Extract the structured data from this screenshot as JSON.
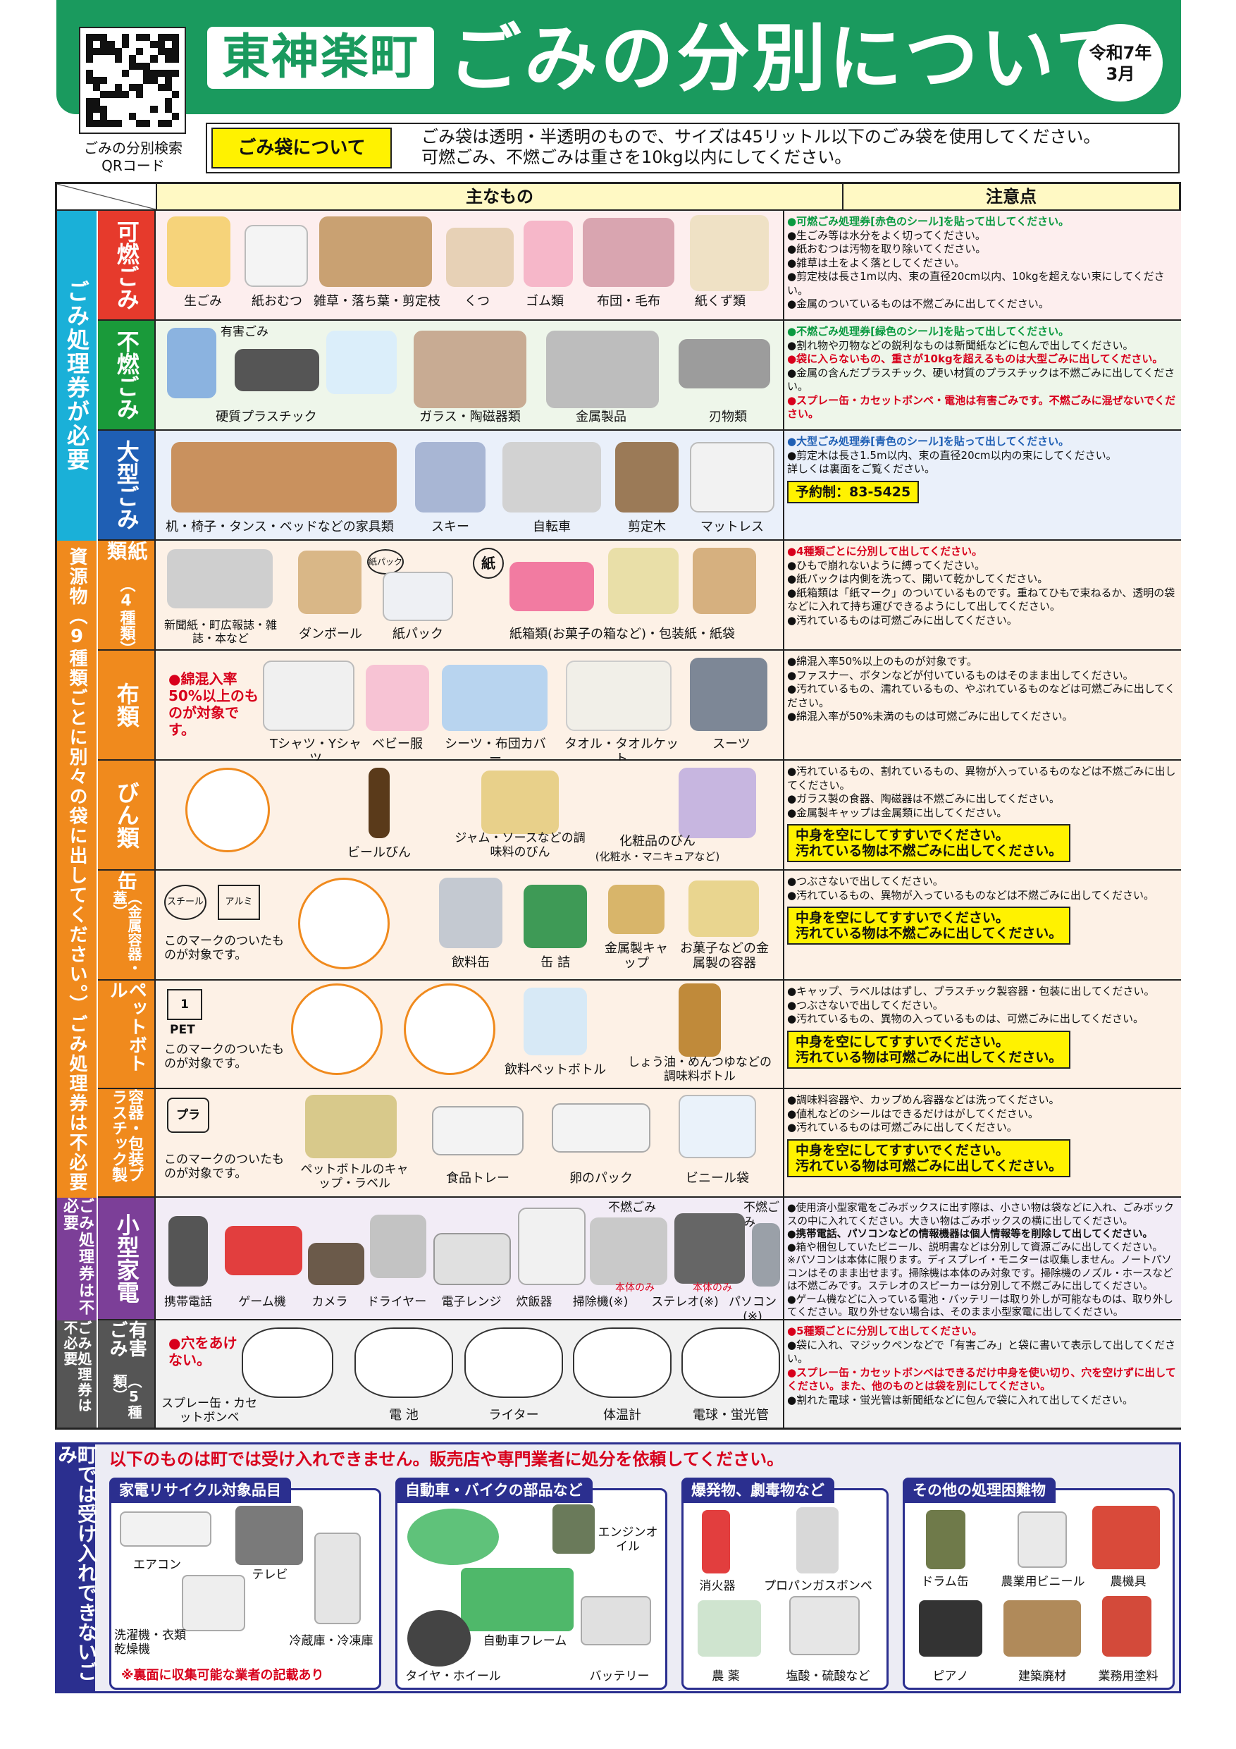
{
  "header": {
    "town": "東神楽町",
    "title": "ごみの分別について",
    "date_line1": "令和7年",
    "date_line2": "3月",
    "qr_caption_line1": "ごみの分別検索",
    "qr_caption_line2": "QRコード"
  },
  "bag_info": {
    "label": "ごみ袋について",
    "line1": "ごみ袋は透明・半透明のもので、サイズは45リットル以下のごみ袋を使用してください。",
    "line2": "可燃ごみ、不燃ごみは重さを10kg以内にしてください。"
  },
  "table_header": {
    "items": "主なもの",
    "notes": "注意点"
  },
  "groups": {
    "ticket_required": "ごみ処理券が必要",
    "resources": "資源物（9種類ごとに別々の袋に出してください。）ごみ処理券は不必要",
    "small_elec": "ごみ処理券は不必要",
    "hazardous": "ごみ処理券は不必要"
  },
  "rows": {
    "burnable": {
      "label": "可燃ごみ",
      "items": [
        "生ごみ",
        "紙おむつ",
        "雑草・落ち葉・剪定枝",
        "くつ",
        "ゴム類",
        "布団・毛布",
        "紙くず類"
      ],
      "notes": [
        "可燃ごみ処理券[赤色のシール]を貼って出してください。",
        "生ごみ等は水分をよく切ってください。",
        "紙おむつは汚物を取り除いてください。",
        "雑草は土をよく落としてください。",
        "剪定枝は長さ1m以内、束の直径20cm以内、10kgを超えない束にしてください。",
        "金属のついているものは不燃ごみに出してください。"
      ]
    },
    "nonburnable": {
      "label": "不燃ごみ",
      "items": [
        "硬質プラスチック",
        "ガラス・陶磁器類",
        "金属製品",
        "刃物類"
      ],
      "tag": "有害ごみ",
      "notes": [
        "不燃ごみ処理券[緑色のシール]を貼って出してください。",
        "割れ物や刃物などの鋭利なものは新聞紙などに包んで出してください。",
        "袋に入らないもの、重さが10kgを超えるものは大型ごみに出してください。",
        "金属の含んだプラスチック、硬い材質のプラスチックは不燃ごみに出してください。",
        "スプレー缶・カセットボンベ・電池は有害ごみです。不燃ごみに混ぜないでください。"
      ]
    },
    "large": {
      "label": "大型ごみ",
      "items": [
        "机・椅子・タンス・ベッドなどの家具類",
        "スキー",
        "自転車",
        "剪定木",
        "マットレス"
      ],
      "notes": [
        "大型ごみ処理券[青色のシール]を貼って出してください。",
        "剪定木は長さ1.5m以内、束の直径20cm以内の束にしてください。",
        "詳しくは裏面をご覧ください。"
      ],
      "reserve": "予約制：83-5425"
    },
    "paper": {
      "label": "紙類",
      "sub": "（4種類）",
      "items": [
        "新聞紙・町広報誌・雑誌・本など",
        "ダンボール",
        "紙パック",
        "紙箱類(お菓子の箱など)・包装紙・紙袋"
      ],
      "mark1": "紙パック",
      "mark2": "紙",
      "notes": [
        "4種類ごとに分別して出してください。",
        "ひもで崩れないように縛ってください。",
        "紙パックは内側を洗って、開いて乾かしてください。",
        "紙箱類は「紙マーク」のついているものです。重ねてひもで束ねるか、透明の袋などに入れて持ち運びできるようにして出してください。",
        "汚れているものは可燃ごみに出してください。"
      ]
    },
    "cloth": {
      "label": "布類",
      "caution": "●綿混入率50%以上のものが対象です。",
      "items": [
        "Tシャツ・Yシャツ",
        "ベビー服",
        "シーツ・布団カバー",
        "タオル・タオルケット",
        "スーツ"
      ],
      "notes": [
        "綿混入率50%以上のものが対象です。",
        "ファスナー、ボタンなどが付いているものはそのまま出してください。",
        "汚れているもの、濡れているもの、やぶれているものなどは可燃ごみに出してください。",
        "綿混入率が50%未満のものは可燃ごみに出してください。"
      ]
    },
    "bottle": {
      "label": "びん類",
      "items": [
        "ビールびん",
        "ジャム・ソースなどの調味料のびん",
        "化粧品のびん",
        "(化粧水・マニキュアなど)"
      ],
      "notes": [
        "汚れているもの、割れているもの、異物が入っているものなどは不燃ごみに出してください。",
        "ガラス製の食器、陶磁器は不燃ごみに出してください。",
        "金属製キャップは金属類に出してください。"
      ],
      "highlight1": "中身を空にしてすすいでください。",
      "highlight2": "汚れている物は不燃ごみに出してください。"
    },
    "can": {
      "label": "缶",
      "sub": "（金属容器・蓋）",
      "mark1": "スチール",
      "mark2": "アルミ",
      "target": "このマークのついたものが対象です。",
      "items": [
        "飲料缶",
        "缶 詰",
        "金属製キャップ",
        "お菓子などの金属製の容器"
      ],
      "notes": [
        "つぶさないで出してください。",
        "汚れているもの、異物が入っているものなどは不燃ごみに出してください。"
      ],
      "highlight1": "中身を空にしてすすいでください。",
      "highlight2": "汚れている物は不燃ごみに出してください。"
    },
    "pet": {
      "label": "ペットボトル",
      "mark": "PET",
      "mark_num": "1",
      "target": "このマークのついたものが対象です。",
      "items": [
        "飲料ペットボトル",
        "しょう油・めんつゆなどの調味料ボトル"
      ],
      "notes": [
        "キャップ、ラベルははずし、プラスチック製容器・包装に出してください。",
        "つぶさないで出してください。",
        "汚れているもの、異物の入っているものは、可燃ごみに出してください。"
      ],
      "highlight1": "中身を空にしてすすいでください。",
      "highlight2": "汚れている物は可燃ごみに出してください。"
    },
    "plastic": {
      "label": "容器・包装プラスチック製",
      "mark": "プラ",
      "target": "このマークのついたものが対象です。",
      "items": [
        "ペットボトルのキャップ・ラベル",
        "食品トレー",
        "卵のパック",
        "ビニール袋"
      ],
      "notes": [
        "調味料容器や、カップめん容器などは洗ってください。",
        "値札などのシールはできるだけはがしてください。",
        "汚れているものは可燃ごみに出してください。"
      ],
      "highlight1": "中身を空にしてすすいでください。",
      "highlight2": "汚れている物は可燃ごみに出してください。"
    },
    "small_elec": {
      "label": "小型家電",
      "items": [
        "携帯電話",
        "ゲーム機",
        "カメラ",
        "ドライヤー",
        "電子レンジ",
        "炊飯器",
        "掃除機(※)",
        "ステレオ(※)",
        "パソコン(※)"
      ],
      "tag": "不燃ごみ",
      "tag2": "本体のみ",
      "notes": [
        "使用済小型家電をごみボックスに出す際は、小さい物は袋などに入れ、ごみボックスの中に入れてください。大きい物はごみボックスの横に出してください。",
        "携帯電話、パソコンなどの情報機器は個人情報等を削除して出してください。",
        "箱や梱包していたビニール、説明書などは分別して資源ごみに出してください。",
        "※パソコンは本体に限ります。ディスプレイ・モニターは収集しません。ノートパソコンはそのまま出せます。掃除機は本体のみ対象です。掃除機のノズル・ホースなどは不燃ごみです。ステレオのスピーカーは分別して不燃ごみに出してください。",
        "ゲーム機などに入っている電池・バッテリーは取り外しが可能なものは、取り外してください。取り外せない場合は、そのまま小型家電に出してください。"
      ]
    },
    "hazardous": {
      "label": "有害ごみ",
      "sub": "（5種類）",
      "caution": "●穴をあけない。",
      "items": [
        "スプレー缶・カセットボンベ",
        "電 池",
        "ライター",
        "体温計",
        "電球・蛍光管"
      ],
      "notes": [
        "5種類ごとに分別して出してください。",
        "袋に入れ、マジックペンなどで「有害ごみ」と袋に書いて表示して出してください。",
        "スプレー缶・カセットボンベはできるだけ中身を使い切り、穴を空けずに出してください。また、他のものとは袋を別にしてください。",
        "割れた電球・蛍光管は新聞紙などに包んで袋に入れて出してください。"
      ]
    }
  },
  "bottom": {
    "side": "町では受け入れできないごみ",
    "lead": "以下のものは町では受け入れできません。販売店や専門業者に処分を依頼してください。",
    "boxes": [
      {
        "title": "家電リサイクル対象品目",
        "items": [
          "エアコン",
          "テレビ",
          "洗濯機・衣類乾燥機",
          "冷蔵庫・冷凍庫"
        ],
        "foot": "※裏面に収集可能な業者の記載あり"
      },
      {
        "title": "自動車・バイクの部品など",
        "items": [
          "エンジンオイル",
          "自動車フレーム",
          "タイヤ・ホイール",
          "バッテリー"
        ]
      },
      {
        "title": "爆発物、劇毒物など",
        "items": [
          "消火器",
          "プロパンガスボンベ",
          "農 薬",
          "塩酸・硫酸など"
        ]
      },
      {
        "title": "その他の処理困難物",
        "items": [
          "ドラム缶",
          "農業用ビニール",
          "農機具",
          "ピアノ",
          "建築廃材",
          "業務用塗料"
        ]
      }
    ]
  },
  "colors": {
    "green": "#1a9a5e",
    "red": "#e63a2c",
    "blue": "#1f5fb4",
    "orange": "#f08a1d",
    "purple": "#7c3f98",
    "navy": "#2b2f8f",
    "cyan": "#1ab0d8",
    "gray": "#555555"
  }
}
